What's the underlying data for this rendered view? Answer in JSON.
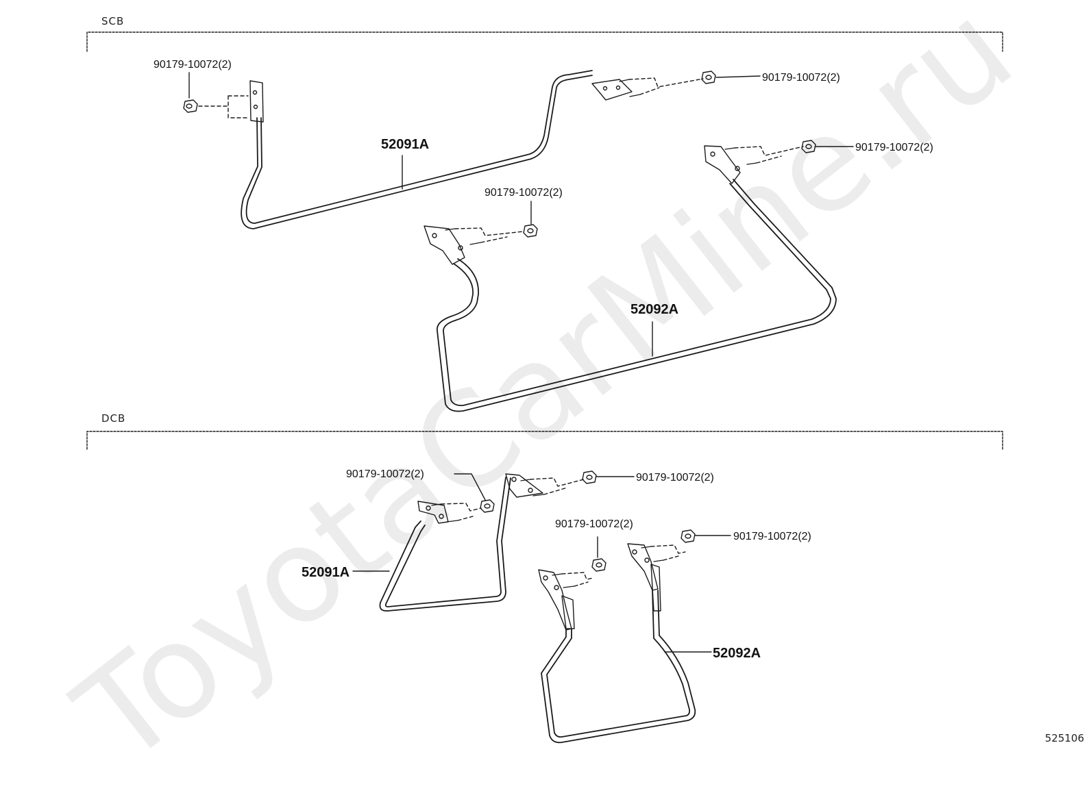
{
  "sections": [
    {
      "id": "scb",
      "label": "SCB"
    },
    {
      "id": "dcb",
      "label": "DCB"
    }
  ],
  "callouts": {
    "scb_nut_left": "90179-10072(2)",
    "scb_nut_top_right": "90179-10072(2)",
    "scb_nut_right": "90179-10072(2)",
    "scb_nut_center": "90179-10072(2)",
    "scb_bar_front": "52091A",
    "scb_bar_rear": "52092A",
    "dcb_nut_upper_left": "90179-10072(2)",
    "dcb_nut_upper_right": "90179-10072(2)",
    "dcb_nut_center": "90179-10072(2)",
    "dcb_nut_right": "90179-10072(2)",
    "dcb_bar_front": "52091A",
    "dcb_bar_rear": "52092A"
  },
  "watermark": "ToyotaCarMine.ru",
  "diagram_id": "525106",
  "colors": {
    "line": "#1a1a1a",
    "background": "#ffffff"
  }
}
